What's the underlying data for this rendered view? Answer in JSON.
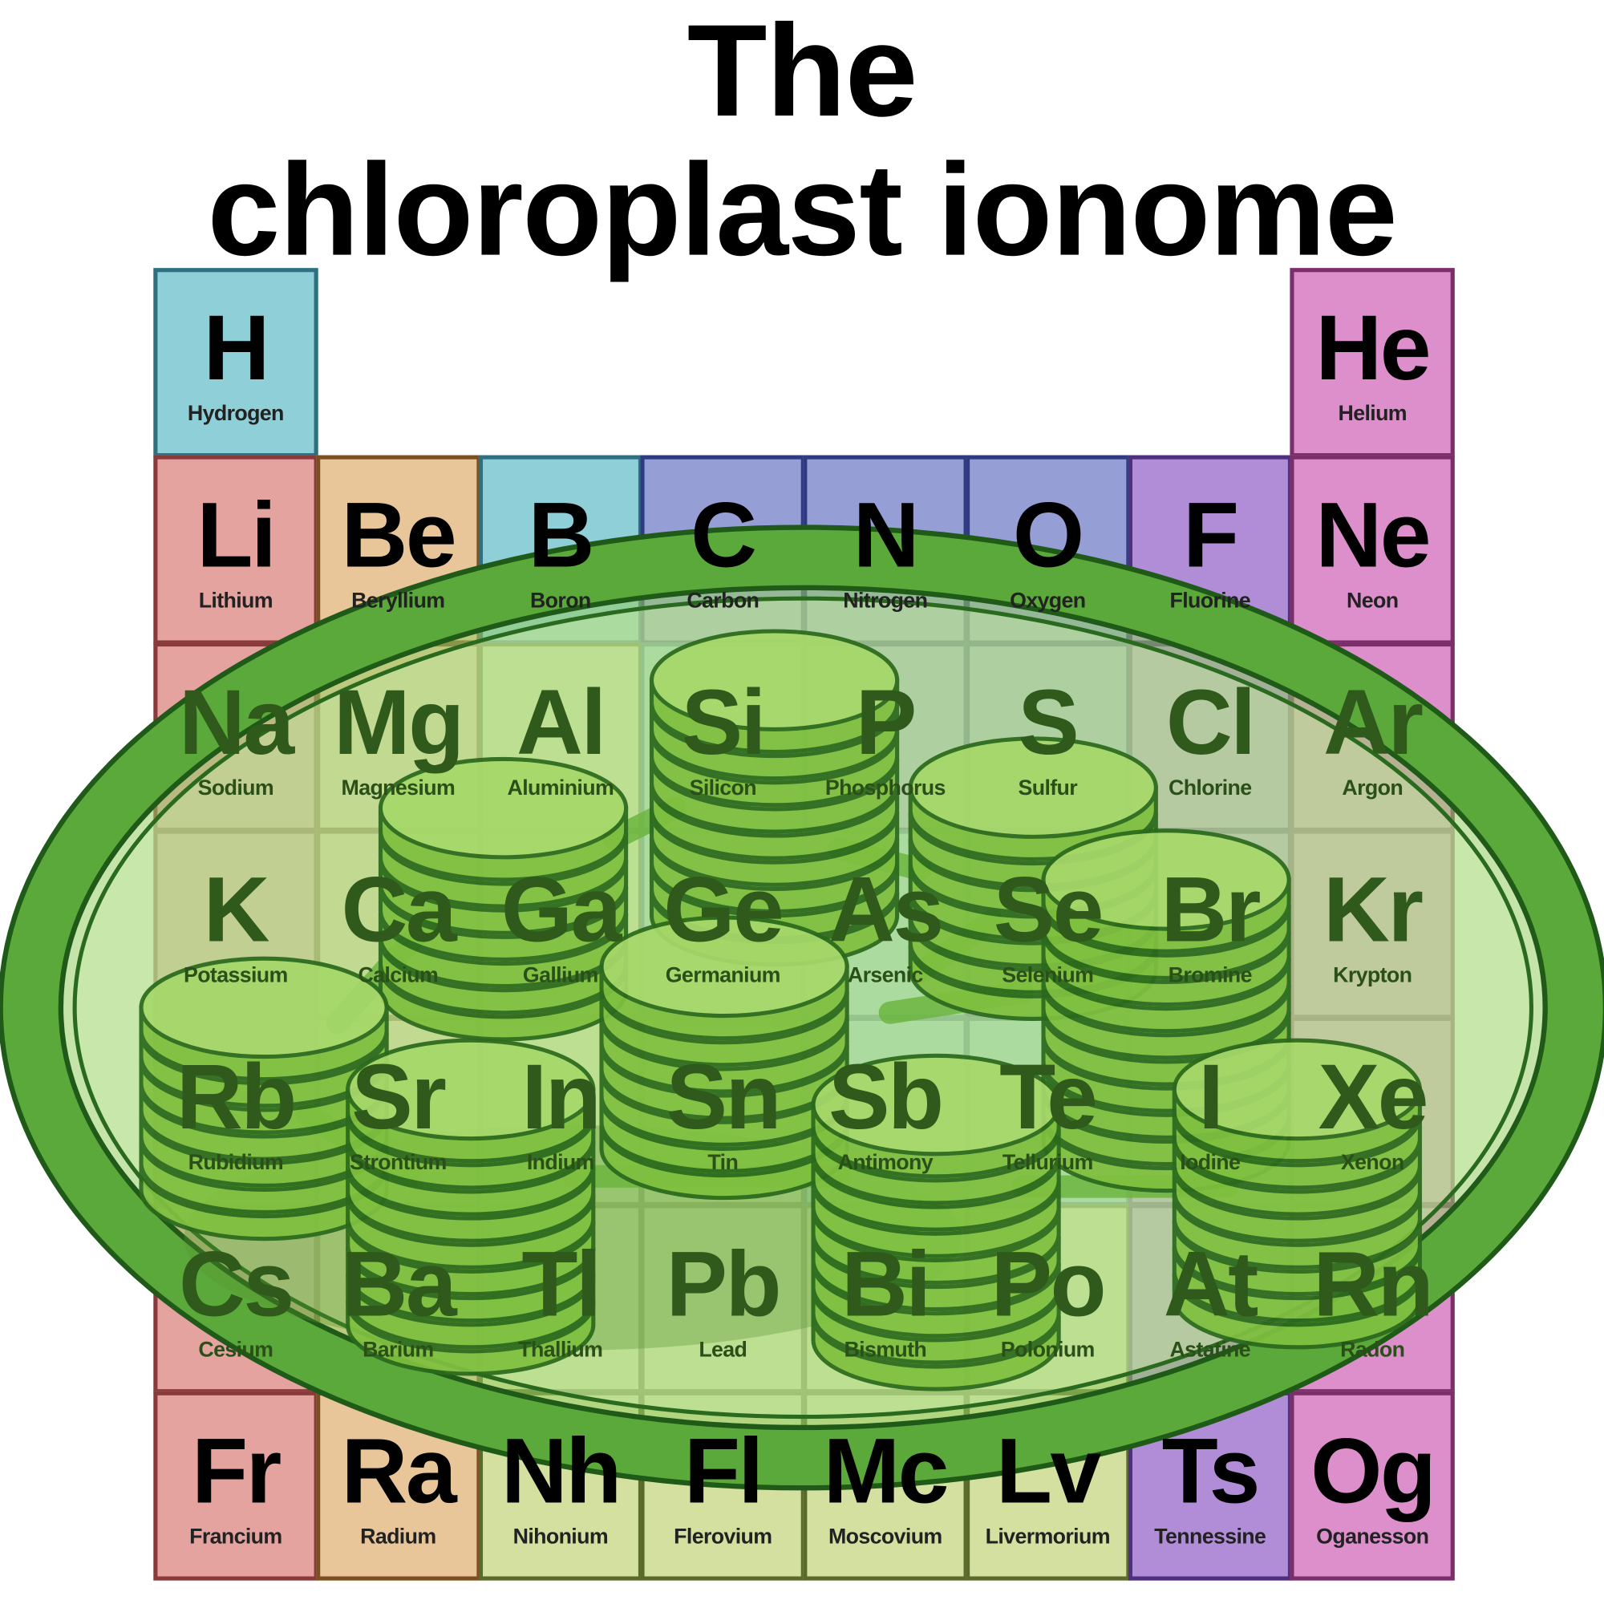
{
  "title": {
    "line1": "The",
    "line2": "chloroplast ionome"
  },
  "category_colors": {
    "alkali": {
      "fill": "#e5a3a0",
      "border": "#8a3a3a"
    },
    "alkaline": {
      "fill": "#e9c59a",
      "border": "#7a4f22"
    },
    "metalloid": {
      "fill": "#8fcfd8",
      "border": "#2f6f80"
    },
    "nonmetal": {
      "fill": "#959fd6",
      "border": "#2f3a80"
    },
    "post": {
      "fill": "#d3e0a0",
      "border": "#5a6a2a"
    },
    "halogen": {
      "fill": "#b18dd8",
      "border": "#4f2f80"
    },
    "noble": {
      "fill": "#dc8fcb",
      "border": "#7a2f6a"
    }
  },
  "rows": [
    [
      {
        "s": "H",
        "n": "Hydrogen",
        "c": "metalloid",
        "col": 0
      },
      {
        "s": "He",
        "n": "Helium",
        "c": "noble",
        "col": 7
      }
    ],
    [
      {
        "s": "Li",
        "n": "Lithium",
        "c": "alkali"
      },
      {
        "s": "Be",
        "n": "Beryllium",
        "c": "alkaline"
      },
      {
        "s": "B",
        "n": "Boron",
        "c": "metalloid"
      },
      {
        "s": "C",
        "n": "Carbon",
        "c": "nonmetal"
      },
      {
        "s": "N",
        "n": "Nitrogen",
        "c": "nonmetal"
      },
      {
        "s": "O",
        "n": "Oxygen",
        "c": "nonmetal"
      },
      {
        "s": "F",
        "n": "Fluorine",
        "c": "halogen"
      },
      {
        "s": "Ne",
        "n": "Neon",
        "c": "noble"
      }
    ],
    [
      {
        "s": "Na",
        "n": "Sodium",
        "c": "alkali"
      },
      {
        "s": "Mg",
        "n": "Magnesium",
        "c": "alkaline"
      },
      {
        "s": "Al",
        "n": "Aluminium",
        "c": "post"
      },
      {
        "s": "Si",
        "n": "Silicon",
        "c": "metalloid"
      },
      {
        "s": "P",
        "n": "Phosphorus",
        "c": "nonmetal"
      },
      {
        "s": "S",
        "n": "Sulfur",
        "c": "nonmetal"
      },
      {
        "s": "Cl",
        "n": "Chlorine",
        "c": "halogen"
      },
      {
        "s": "Ar",
        "n": "Argon",
        "c": "noble"
      }
    ],
    [
      {
        "s": "K",
        "n": "Potassium",
        "c": "alkali"
      },
      {
        "s": "Ca",
        "n": "Calcium",
        "c": "alkaline"
      },
      {
        "s": "Ga",
        "n": "Gallium",
        "c": "post"
      },
      {
        "s": "Ge",
        "n": "Germanium",
        "c": "metalloid"
      },
      {
        "s": "As",
        "n": "Arsenic",
        "c": "metalloid"
      },
      {
        "s": "Se",
        "n": "Selenium",
        "c": "nonmetal"
      },
      {
        "s": "Br",
        "n": "Bromine",
        "c": "halogen"
      },
      {
        "s": "Kr",
        "n": "Krypton",
        "c": "noble"
      }
    ],
    [
      {
        "s": "Rb",
        "n": "Rubidium",
        "c": "alkali"
      },
      {
        "s": "Sr",
        "n": "Strontium",
        "c": "alkaline"
      },
      {
        "s": "In",
        "n": "Indium",
        "c": "post"
      },
      {
        "s": "Sn",
        "n": "Tin",
        "c": "post"
      },
      {
        "s": "Sb",
        "n": "Antimony",
        "c": "metalloid"
      },
      {
        "s": "Te",
        "n": "Tellurium",
        "c": "metalloid"
      },
      {
        "s": "I",
        "n": "Iodine",
        "c": "halogen"
      },
      {
        "s": "Xe",
        "n": "Xenon",
        "c": "noble"
      }
    ],
    [
      {
        "s": "Cs",
        "n": "Cesium",
        "c": "alkali"
      },
      {
        "s": "Ba",
        "n": "Barium",
        "c": "alkaline"
      },
      {
        "s": "Tl",
        "n": "Thallium",
        "c": "post"
      },
      {
        "s": "Pb",
        "n": "Lead",
        "c": "post"
      },
      {
        "s": "Bi",
        "n": "Bismuth",
        "c": "post"
      },
      {
        "s": "Po",
        "n": "Polonium",
        "c": "post"
      },
      {
        "s": "At",
        "n": "Astatine",
        "c": "halogen"
      },
      {
        "s": "Rn",
        "n": "Radon",
        "c": "noble"
      }
    ],
    [
      {
        "s": "Fr",
        "n": "Francium",
        "c": "alkali"
      },
      {
        "s": "Ra",
        "n": "Radium",
        "c": "alkaline"
      },
      {
        "s": "Nh",
        "n": "Nihonium",
        "c": "post"
      },
      {
        "s": "Fl",
        "n": "Flerovium",
        "c": "post"
      },
      {
        "s": "Mc",
        "n": "Moscovium",
        "c": "post"
      },
      {
        "s": "Lv",
        "n": "Livermorium",
        "c": "post"
      },
      {
        "s": "Ts",
        "n": "Tennessine",
        "c": "halogen"
      },
      {
        "s": "Og",
        "n": "Oganesson",
        "c": "noble"
      }
    ]
  ],
  "chloroplast": {
    "icon": "chloroplast-icon",
    "grana_icon": "thylakoid-stack-icon"
  }
}
